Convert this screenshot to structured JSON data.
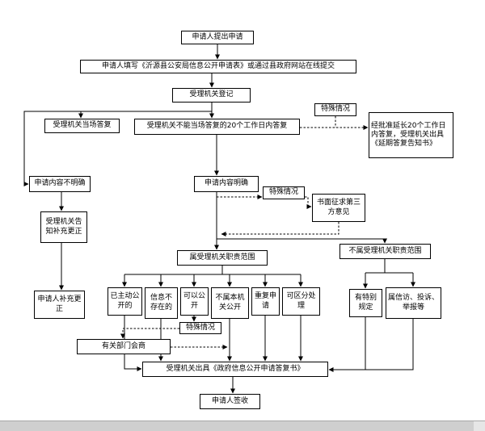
{
  "colors": {
    "line": "#000000",
    "box_border": "#000000",
    "box_background": "#ffffff",
    "canvas_background": "#ffffff",
    "scrollbar_track": "#cfcfcf"
  },
  "nodes": {
    "submit": {
      "label": "申请人提出申请"
    },
    "fill": {
      "label": "申请人填写《沂源县公安局信息公开申请表》或通过县政府网站在线提交"
    },
    "register": {
      "label": "受理机关登记"
    },
    "special1": {
      "label": "特殊情况"
    },
    "onspot": {
      "label": "受理机关当场答复"
    },
    "within20": {
      "label": "受理机关不能当场答复的20个工作日内答复"
    },
    "extend": {
      "label": "经批准延长20个工作日内答复，受理机关出具《延期答复告知书》"
    },
    "unclear": {
      "label": "申请内容不明确"
    },
    "clear": {
      "label": "申请内容明确"
    },
    "special2": {
      "label": "特殊情况"
    },
    "thirdparty": {
      "label": "书面征求第三方意见"
    },
    "notify": {
      "label": "受理机关告知补充更正"
    },
    "inscope": {
      "label": "属受理机关职责范围"
    },
    "outscope": {
      "label": "不属受理机关职责范围"
    },
    "supplement": {
      "label": "申请人补充更正"
    },
    "disclosed": {
      "label": "已主动公开的"
    },
    "notexist": {
      "label": "信息不存在的"
    },
    "canopen": {
      "label": "可以公开"
    },
    "notthis": {
      "label": "不属本机关公开"
    },
    "repeat": {
      "label": "重复申请"
    },
    "separable": {
      "label": "可区分处理"
    },
    "specialrule": {
      "label": "有特别规定"
    },
    "petition": {
      "label": "属信访、投诉、举报等"
    },
    "special3": {
      "label": "特殊情况"
    },
    "consult": {
      "label": "有关部门会商"
    },
    "reply": {
      "label": "受理机关出具《政府信息公开申请答复书》"
    },
    "sign": {
      "label": "申请人签收"
    }
  }
}
